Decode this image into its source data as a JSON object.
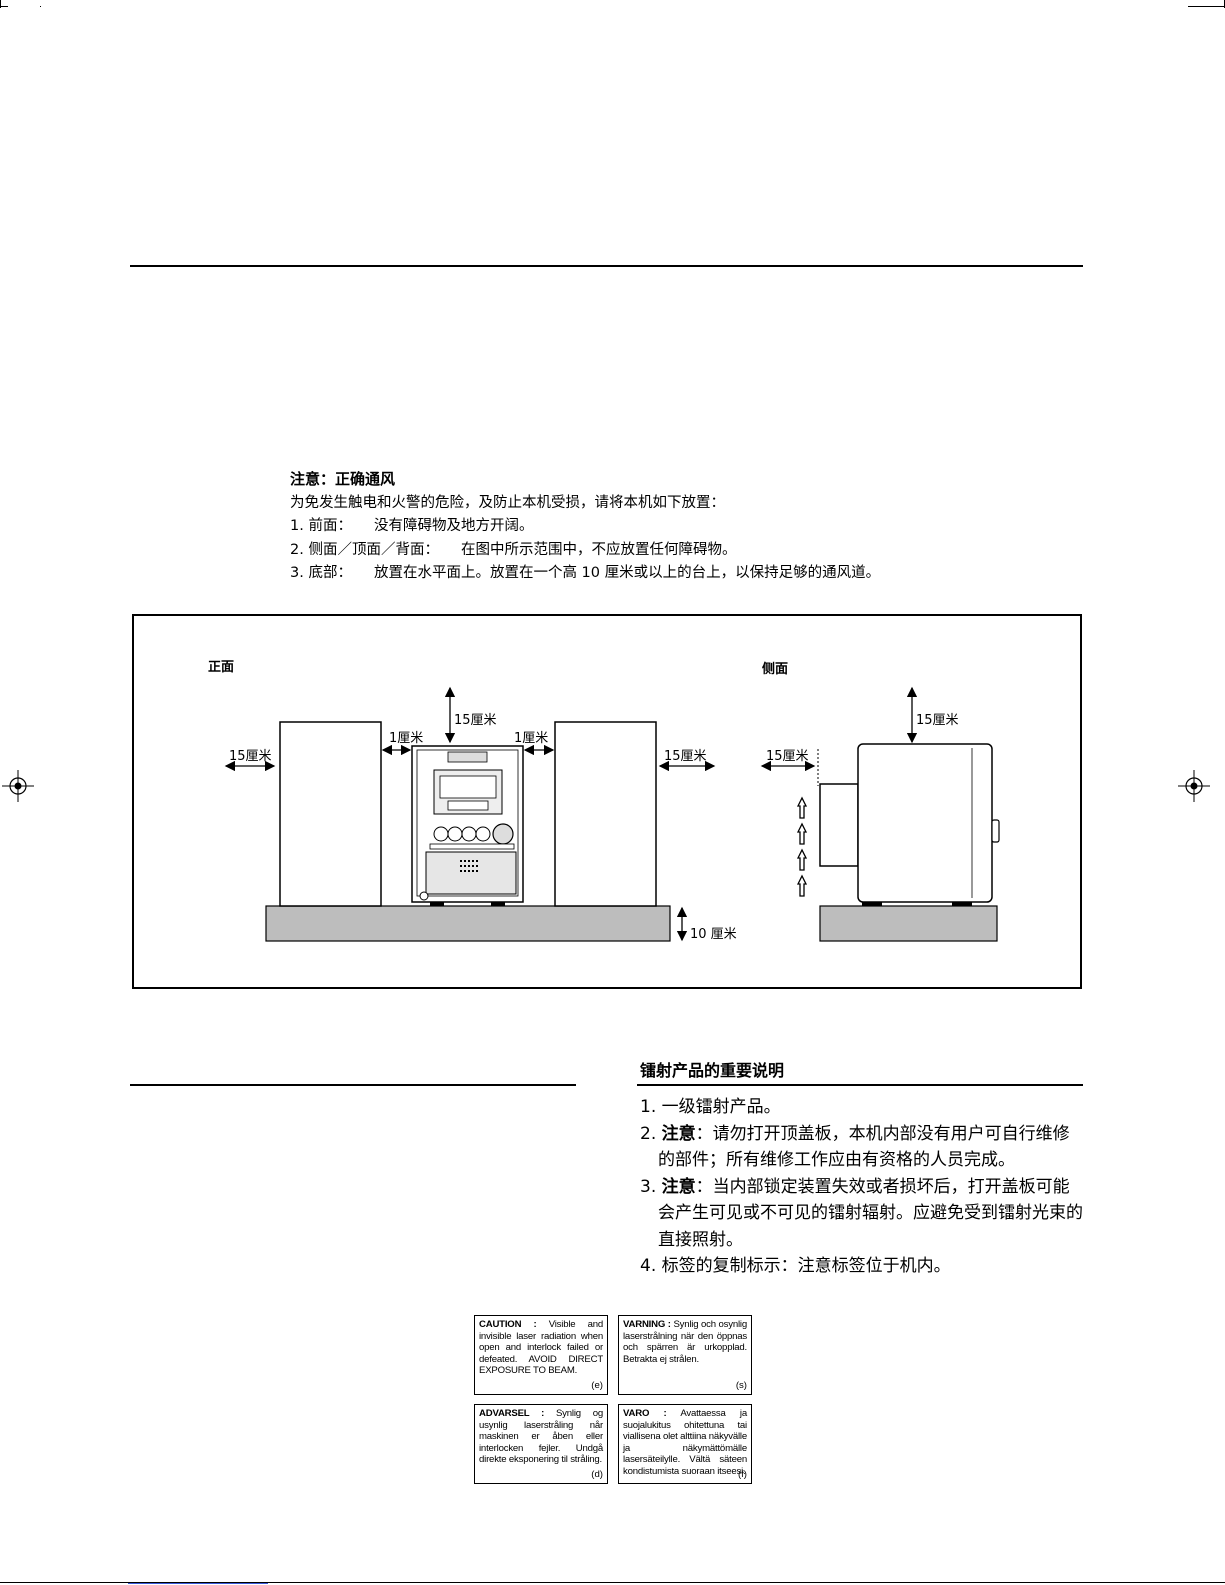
{
  "ventilation": {
    "title": "注意：正确通风",
    "intro": "为免发生触电和火警的危险，及防止本机受损，请将本机如下放置：",
    "items": [
      {
        "label": "1. 前面：",
        "text": "没有障碍物及地方开阔。"
      },
      {
        "label": "2. 侧面／顶面／背面：",
        "text": "在图中所示范围中，不应放置任何障碍物。"
      },
      {
        "label": "3. 底部：",
        "text": "放置在水平面上。放置在一个高 10 厘米或以上的台上，以保持足够的通风道。"
      }
    ]
  },
  "diagram": {
    "front_title": "正面",
    "side_title": "侧面",
    "top_clearance": "15厘米",
    "left_clearance": "15厘米",
    "gap_left": "1厘米",
    "gap_right": "1厘米",
    "right_clearance": "15厘米",
    "bottom_clearance": "10 厘米",
    "side_top_clearance": "15厘米",
    "side_back_clearance": "15厘米"
  },
  "laser": {
    "title": "镭射产品的重要说明",
    "items": [
      {
        "num": "1.",
        "bold": "",
        "text": "一级镭射产品。"
      },
      {
        "num": "2.",
        "bold": "注意",
        "text": "：请勿打开顶盖板，本机内部没有用户可自行维修的部件；所有维修工作应由有资格的人员完成。"
      },
      {
        "num": "3.",
        "bold": "注意",
        "text": "：当内部锁定装置失效或者损坏后，打开盖板可能会产生可见或不可见的镭射辐射。应避免受到镭射光束的直接照射。"
      },
      {
        "num": "4.",
        "bold": "",
        "text": "标签的复制标示：注意标签位于机内。"
      }
    ]
  },
  "labels": {
    "caution": {
      "head": "CAUTION :",
      "text": "Visible and invisible laser radiation when open and interlock failed or defeated. AVOID DIRECT EXPOSURE TO BEAM.",
      "code": "(e)"
    },
    "varning": {
      "head": "VARNING :",
      "text": "Synlig och osynlig laserstrålning när den öppnas och spärren är urkopplad. Betrakta ej strålen.",
      "code": "(s)"
    },
    "advarsel": {
      "head": "ADVARSEL :",
      "text": "Synlig og usynlig laserstråling når maskinen er åben eller interlocken fejler. Undgå direkte eksponering til stråling.",
      "code": "(d)"
    },
    "varo": {
      "head": "VARO :",
      "text": "Avattaessa ja suojalukitus ohitettuna tai viallisena olet alttiina näkyvälle ja näkymättömälle lasersäteilylle. Vältä säteen kondistumista suoraan itseesi.",
      "code": "(f)"
    }
  }
}
